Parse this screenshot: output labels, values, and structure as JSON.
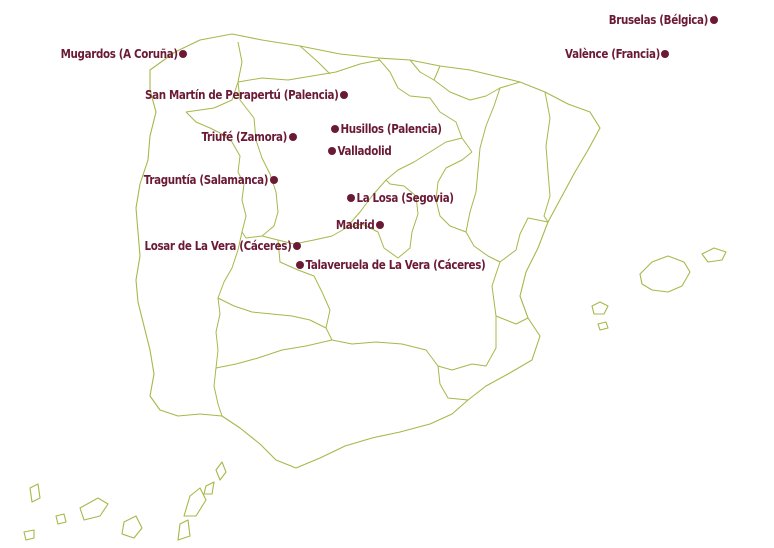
{
  "colors": {
    "marker": "#6b1a36",
    "borders": "#a6b84a",
    "background": "#ffffff"
  },
  "locations": [
    {
      "id": "bruselas",
      "label": "Bruselas (Bélgica)"
    },
    {
      "id": "valence",
      "label": "Valènce (Francia)"
    },
    {
      "id": "mugardos",
      "label": "Mugardos (A Coruña)"
    },
    {
      "id": "san-martin",
      "label": "San Martín de Perapertú (Palencia)"
    },
    {
      "id": "husillos",
      "label": "Husillos (Palencia)"
    },
    {
      "id": "triufe",
      "label": "Triufé (Zamora)"
    },
    {
      "id": "valladolid",
      "label": "Valladolid"
    },
    {
      "id": "traguntia",
      "label": "Traguntía (Salamanca)"
    },
    {
      "id": "la-losa",
      "label": "La Losa (Segovia)"
    },
    {
      "id": "madrid",
      "label": "Madrid"
    },
    {
      "id": "losar",
      "label": "Losar de La Vera (Cáceres)"
    },
    {
      "id": "talaveruela",
      "label": "Talaveruela de La Vera (Cáceres)"
    }
  ]
}
